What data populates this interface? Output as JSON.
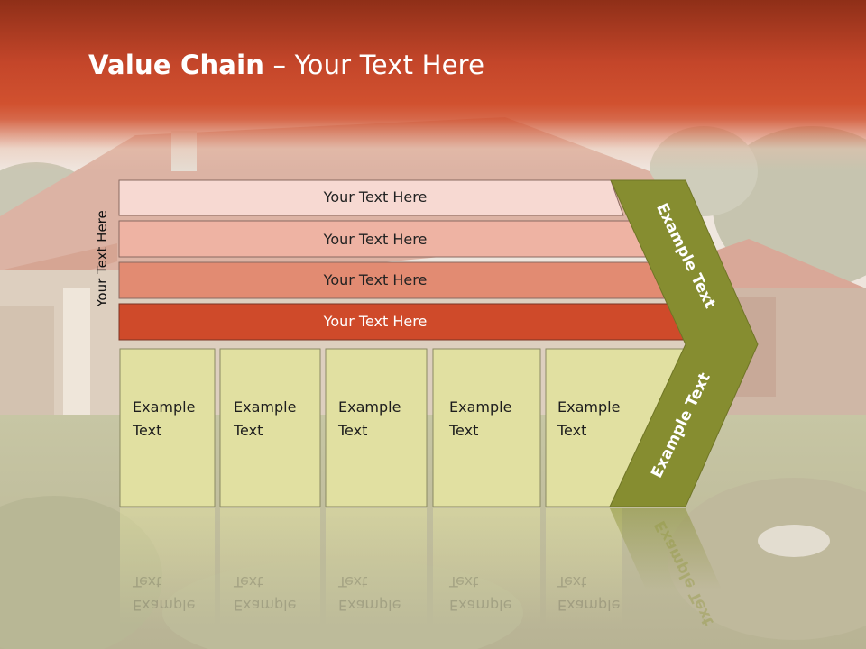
{
  "header": {
    "title_bold": "Value Chain",
    "title_rest": " – Your Text Here"
  },
  "side_label": "Your Text Here",
  "rows": [
    {
      "label": "Your Text Here",
      "color": "#f7d9d2"
    },
    {
      "label": "Your Text Here",
      "color": "#eeb3a3"
    },
    {
      "label": "Your Text Here",
      "color": "#e28b72"
    },
    {
      "label": "Your Text Here",
      "color": "#cf4a2a"
    }
  ],
  "cells": [
    {
      "line1": "Example",
      "line2": "Text"
    },
    {
      "line1": "Example",
      "line2": "Text"
    },
    {
      "line1": "Example",
      "line2": "Text"
    },
    {
      "line1": "Example",
      "line2": "Text"
    },
    {
      "line1": "Example",
      "line2": "Text"
    }
  ],
  "chevron_top_label": "Example Text",
  "chevron_bottom_label": "Example Text",
  "colors": {
    "header": "#c4462a",
    "cell_fill": "#e1e0a1",
    "chevron": "#868d30"
  }
}
